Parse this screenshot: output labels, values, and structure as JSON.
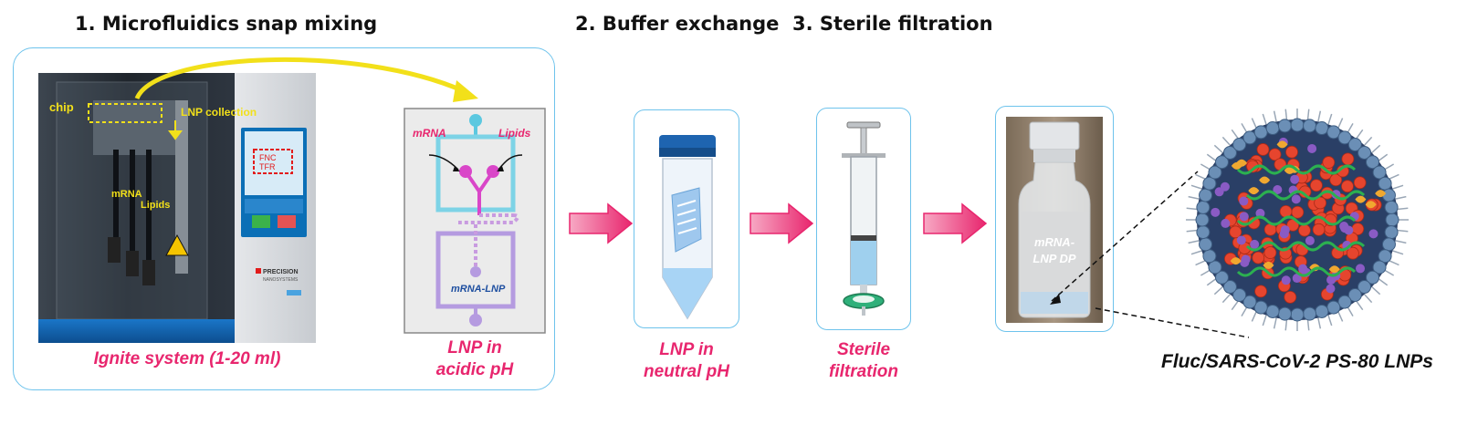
{
  "steps": [
    {
      "title": "1. Microfluidics snap mixing"
    },
    {
      "title": "2. Buffer exchange"
    },
    {
      "title": "3. Sterile filtration"
    }
  ],
  "device": {
    "caption": "Ignite system (1-20 ml)",
    "label_chip": "chip",
    "label_collection": "LNP collection",
    "label_mrna": "mRNA",
    "label_lipids": "Lipids",
    "screen_text_1": "FNC",
    "screen_text_2": "TFR",
    "brand_1": "PRECISION",
    "brand_2": "NANOSYSTEMS"
  },
  "chip_diagram": {
    "label_mrna": "mRNA",
    "label_lipids": "Lipids",
    "label_product": "mRNA-LNP",
    "caption_line1": "LNP in",
    "caption_line2": "acidic pH"
  },
  "tube": {
    "caption_line1": "LNP in",
    "caption_line2": "neutral pH"
  },
  "syringe": {
    "caption_line1": "Sterile",
    "caption_line2": "filtration"
  },
  "vial": {
    "label_line1": "mRNA-",
    "label_line2": "LNP DP"
  },
  "lnp": {
    "caption": "Fluc/SARS-CoV-2 PS-80 LNPs"
  },
  "colors": {
    "accent_pink": "#e8266e",
    "box_border": "#6ec3ec",
    "arrow_yellow": "#f2e01a",
    "chip_purple": "#d946c8",
    "chip_cyan": "#5bc8e0"
  }
}
